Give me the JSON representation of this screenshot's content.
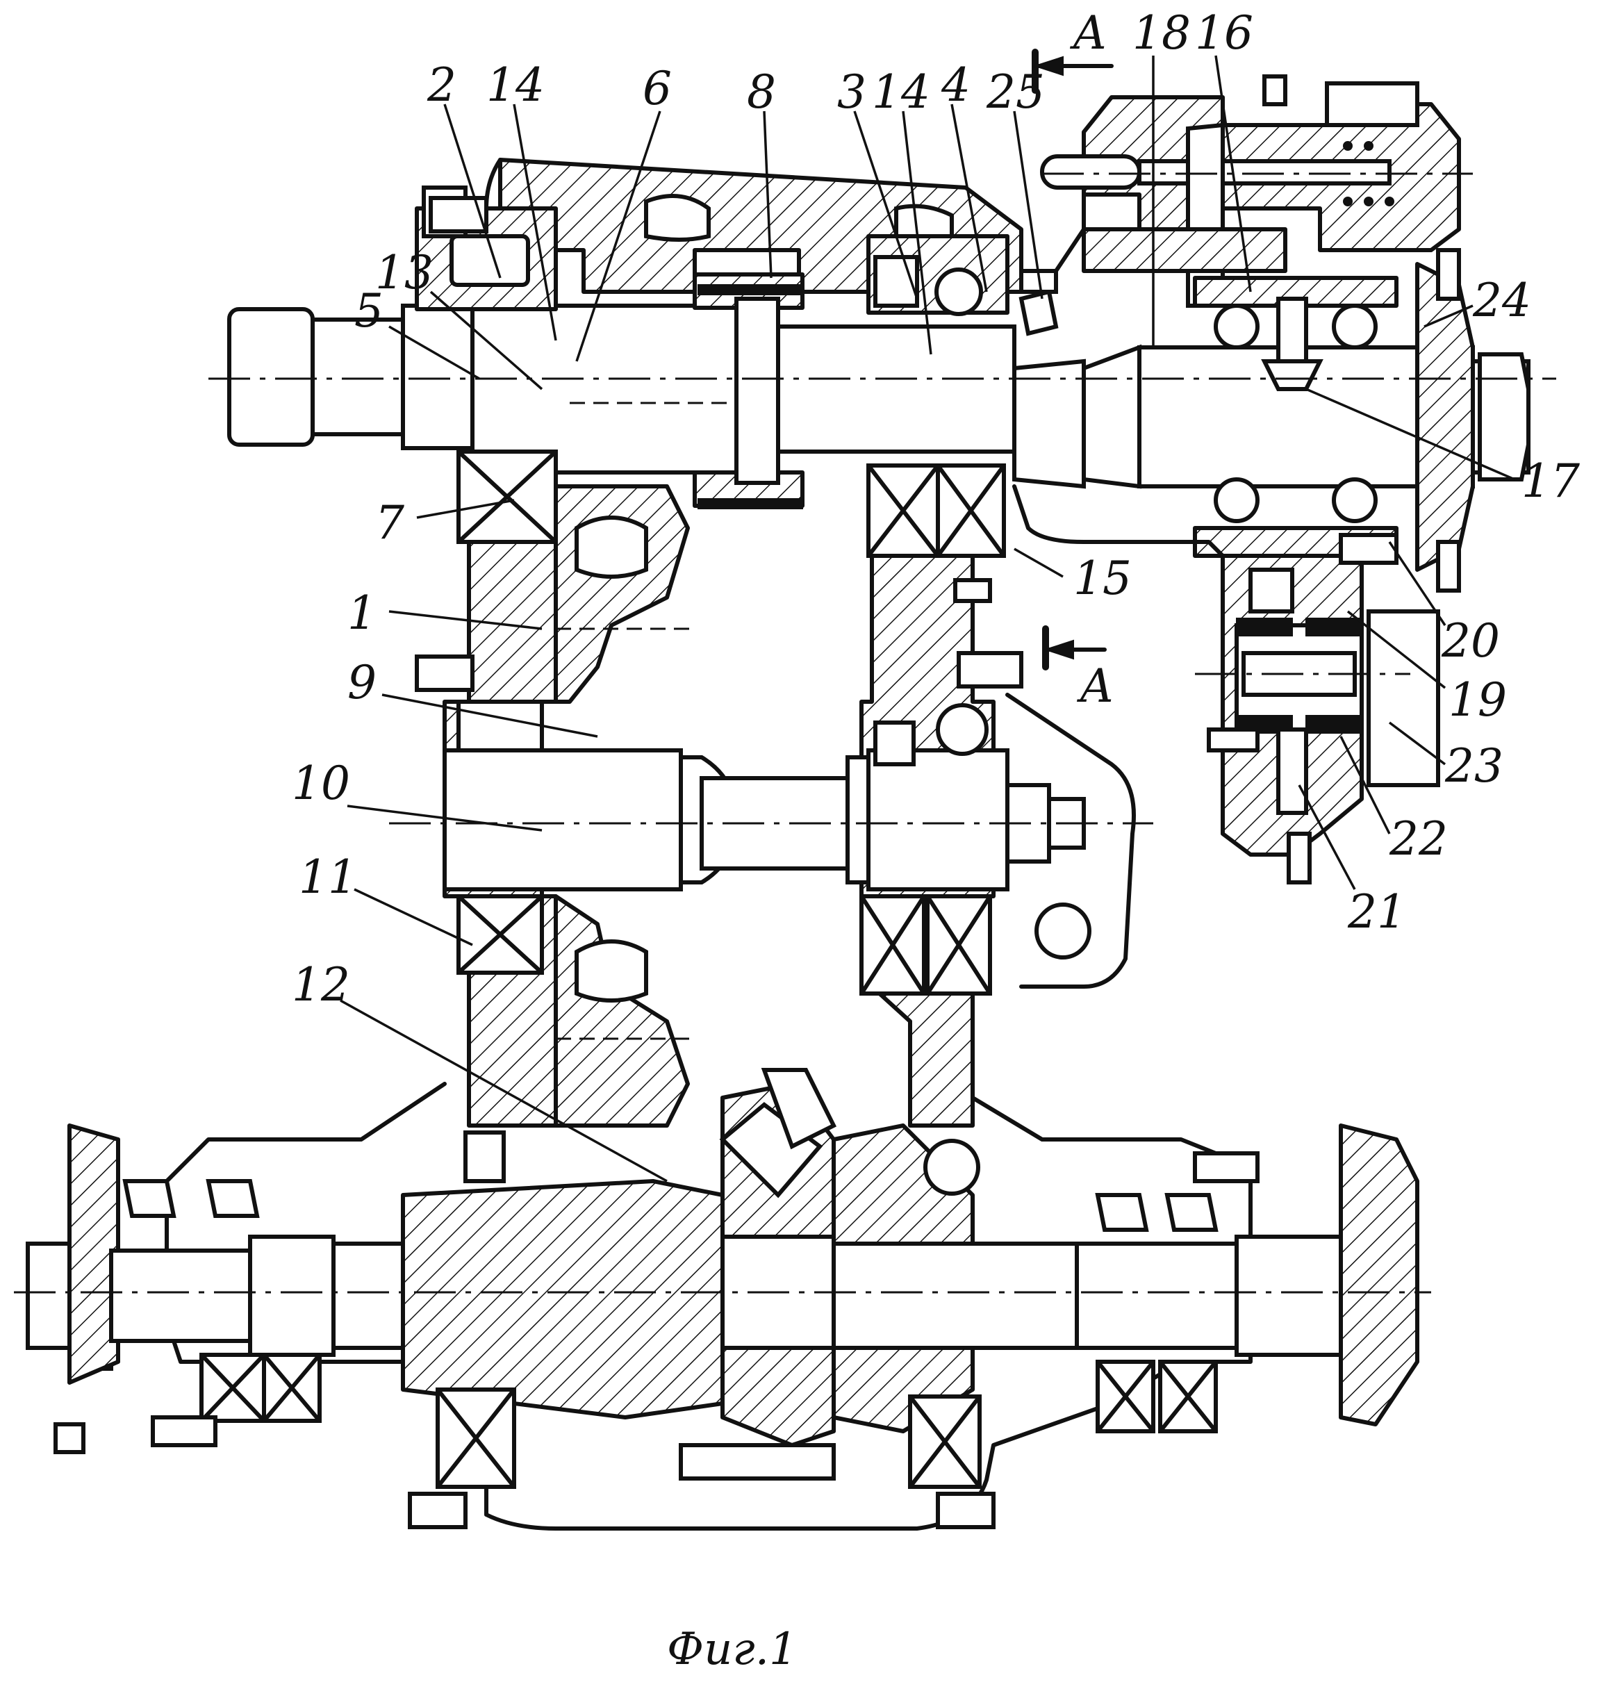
{
  "labels": {
    "l1": "1",
    "l2": "2",
    "l3": "3",
    "l4": "4",
    "l5": "5",
    "l6": "6",
    "l7": "7",
    "l8": "8",
    "l9": "9",
    "l10": "10",
    "l11": "11",
    "l12": "12",
    "l13": "13",
    "l14a": "14",
    "l14b": "14",
    "l15": "15",
    "l16": "16",
    "l17": "17",
    "l18": "18",
    "l19": "19",
    "l20": "20",
    "l21": "21",
    "l22": "22",
    "l23": "23",
    "l24": "24",
    "l25": "25"
  },
  "section": {
    "top": "A",
    "bottom": "A"
  },
  "caption": "Фиг.1",
  "colors": {
    "ink": "#111111",
    "paper": "#ffffff"
  }
}
